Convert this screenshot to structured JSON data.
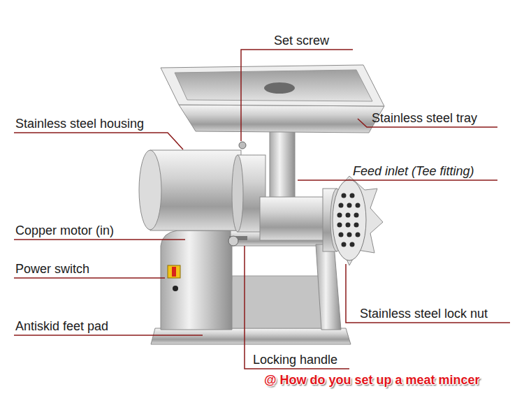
{
  "diagram": {
    "labels": [
      "Set screw",
      "Stainless steel housing",
      "Stainless steel tray",
      "Feed inlet (Tee fitting)",
      "Copper motor (in)",
      "Power switch",
      "Stainless steel lock nut",
      "Antiskid feet pad",
      "Locking handle",
      "@ How do you set up a meat mincer"
    ]
  }
}
